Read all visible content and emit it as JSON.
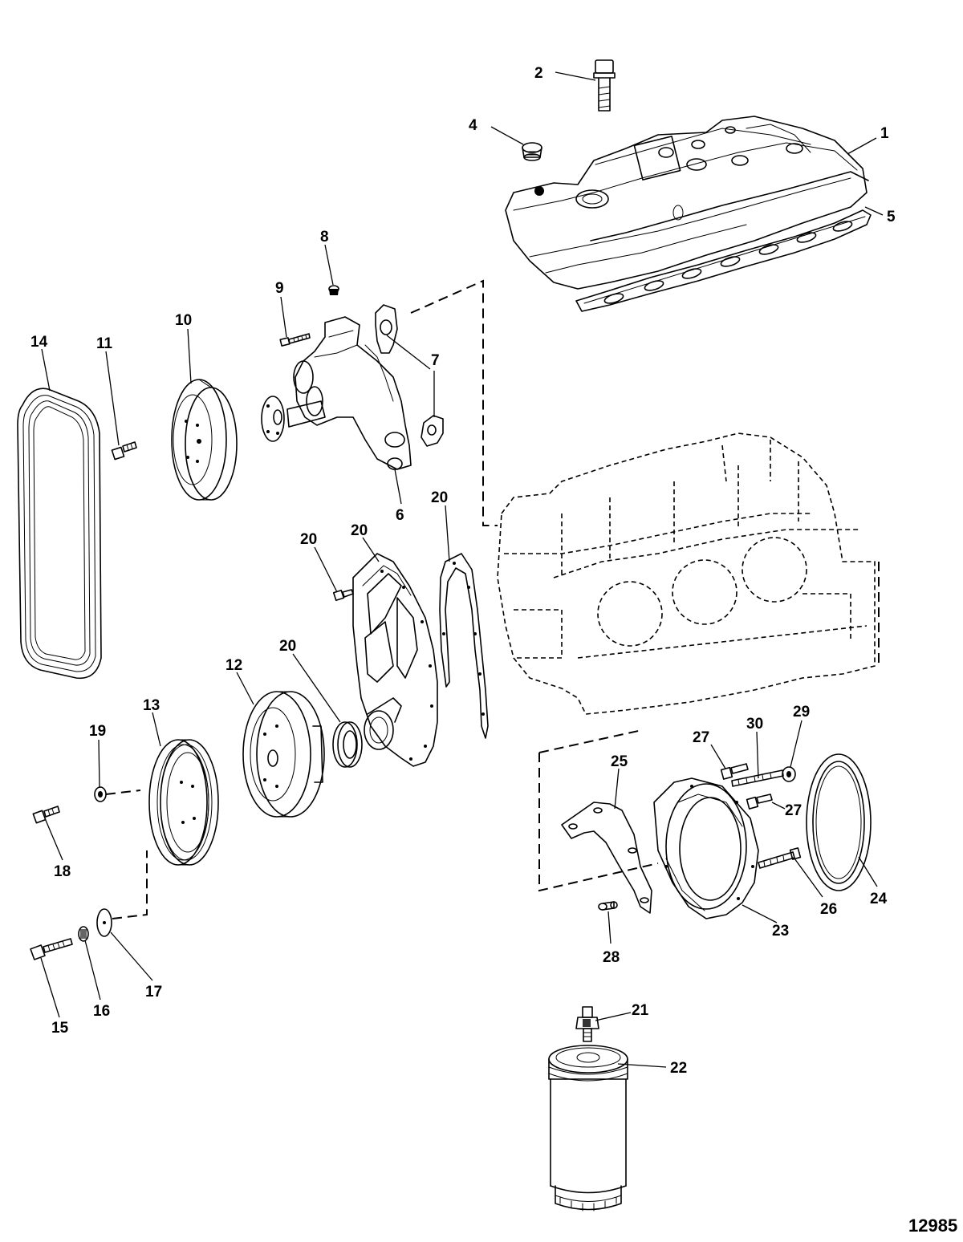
{
  "figure_number": "12985",
  "callouts": [
    {
      "n": "1"
    },
    {
      "n": "2"
    },
    {
      "n": "4"
    },
    {
      "n": "5"
    },
    {
      "n": "8"
    },
    {
      "n": "9"
    },
    {
      "n": "10"
    },
    {
      "n": "11"
    },
    {
      "n": "14"
    },
    {
      "n": "7"
    },
    {
      "n": "7"
    },
    {
      "n": "6"
    },
    {
      "n": "20"
    },
    {
      "n": "20"
    },
    {
      "n": "20"
    },
    {
      "n": "20"
    },
    {
      "n": "12"
    },
    {
      "n": "13"
    },
    {
      "n": "19"
    },
    {
      "n": "18"
    },
    {
      "n": "15"
    },
    {
      "n": "16"
    },
    {
      "n": "17"
    },
    {
      "n": "25"
    },
    {
      "n": "27"
    },
    {
      "n": "30"
    },
    {
      "n": "29"
    },
    {
      "n": "27"
    },
    {
      "n": "26"
    },
    {
      "n": "24"
    },
    {
      "n": "23"
    },
    {
      "n": "28"
    },
    {
      "n": "21"
    },
    {
      "n": "22"
    }
  ]
}
